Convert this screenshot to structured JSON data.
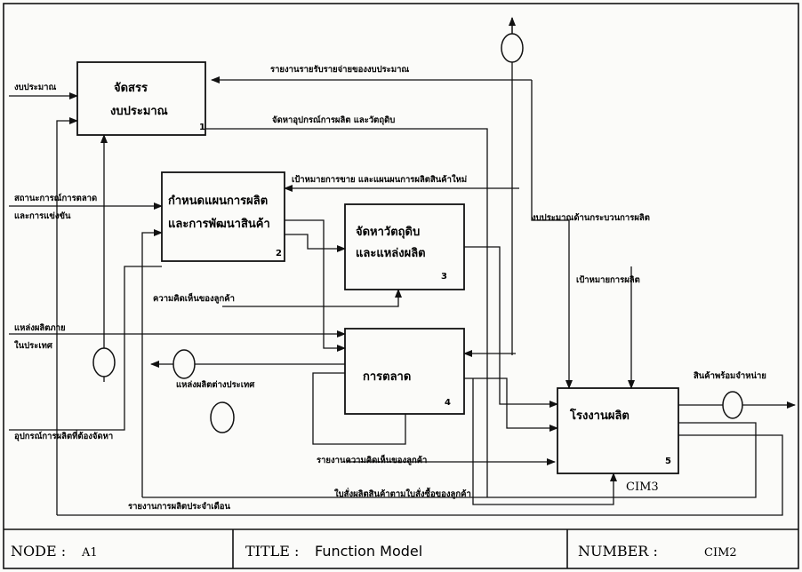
{
  "boxes": [
    {
      "title": "จัดสรร",
      "title2": "งบประมาณ",
      "number": "1"
    },
    {
      "title": "กำหนดแผนการผลิต",
      "title2": "และการพัฒนาสินค้า",
      "number": "2"
    },
    {
      "title": "จัดหาวัตถุดิบ",
      "title2": "และแหล่งผลิต",
      "number": "3"
    },
    {
      "title": "การตลาด",
      "number": "4"
    },
    {
      "title": "โรงงานผลิต",
      "number": "5",
      "tag": "CIM3"
    }
  ],
  "flows": {
    "budget_in": "งบประมาณ",
    "budget_report": "รายงานรายรับรายจ่ายของงบประมาณ",
    "procure_equipment": "จัดหาอุปกรณ์การผลิต และวัตถุดิบ",
    "sales_target": "เป้าหมายการขาย และแผนผนการผลิตสินค้าใหม่",
    "market_situation_1": "สถานะการณ์การตลาด",
    "market_situation_2": "และการแข่งขัน",
    "production_budget": "งบประมาณด้านกระบวนการผลิต",
    "production_target": "เป้าหมายการผลิต",
    "customer_opinion": "ความคิดเห็นของลูกค้า",
    "domestic_source_1": "แหล่งผลิตภาย",
    "domestic_source_2": "ในประเทศ",
    "foreign_source": "แหล่งผลิตต่างประเทศ",
    "required_equipment": "อุปกรณ์การผลิตที่ต้องจัดหา",
    "opinion_report": "รายงานความคิดเห็นของลูกค้า",
    "production_order": "ใบสั่งผลิตสินค้าตามใบสั่งซื้อของลูกค้า",
    "monthly_report": "รายงานการผลิตประจำเดือน",
    "ready_products": "สินค้าพร้อมจำหน่าย"
  },
  "footer": {
    "node_label": "NODE :",
    "node_value": "A1",
    "title_label": "TITLE :",
    "title_value": "Function Model",
    "number_label": "NUMBER :",
    "number_value": "CIM2"
  }
}
